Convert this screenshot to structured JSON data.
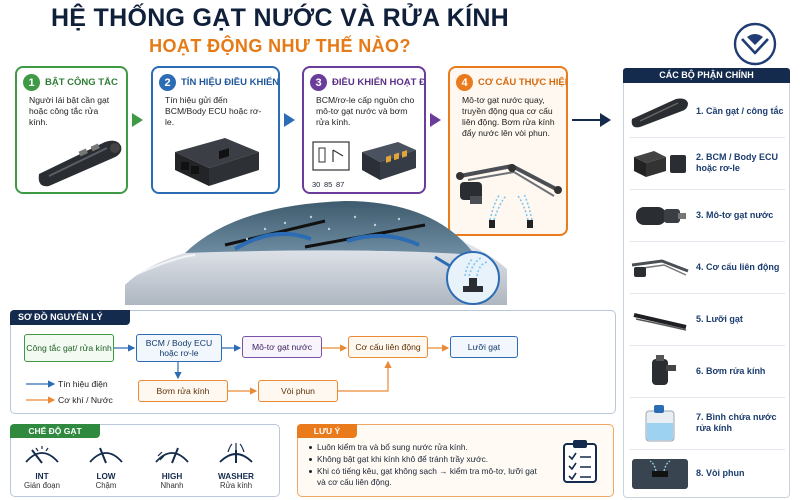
{
  "header": {
    "title": "HỆ THỐNG GẠT NƯỚC VÀ RỬA KÍNH",
    "subtitle": "HOẠT ĐỘNG NHƯ THẾ NÀO?"
  },
  "steps": [
    {
      "num": "1",
      "title": "BẬT CÔNG TẮC",
      "desc": "Người lái bật cần gạt hoặc công tắc rửa kính.",
      "color": "#3f9a45"
    },
    {
      "num": "2",
      "title": "TÍN HIỆU ĐIỀU KHIỂN",
      "desc": "Tín hiệu gửi đến BCM/Body ECU hoặc rơ-le.",
      "color": "#2c6cb4"
    },
    {
      "num": "3",
      "title": "ĐIỀU KHIỂN HOẠT ĐỘNG",
      "desc": "BCM/rơ-le cấp nguồn cho mô-tơ gạt nước và bơm rửa kính.",
      "color": "#6a3d9a"
    },
    {
      "num": "4",
      "title": "CƠ CẤU THỰC HIỆN",
      "desc": "Mô-tơ gạt nước quay, truyền động qua cơ cấu liên động. Bơm rửa kính đẩy nước lên vòi phun.",
      "color": "#ea7b1c"
    }
  ],
  "relay_pins": [
    "30",
    "85",
    "87"
  ],
  "components": {
    "title": "CÁC BỘ PHẬN CHÍNH",
    "items": [
      {
        "label": "1. Cần gạt / công tắc"
      },
      {
        "label": "2. BCM / Body ECU hoặc rơ-le"
      },
      {
        "label": "3. Mô-tơ gạt nước"
      },
      {
        "label": "4. Cơ cấu liên động"
      },
      {
        "label": "5. Lưỡi gạt"
      },
      {
        "label": "6. Bơm rửa kính"
      },
      {
        "label": "7. Bình chứa nước rửa kính"
      },
      {
        "label": "8. Vòi phun"
      }
    ]
  },
  "schema": {
    "title": "SƠ ĐỒ NGUYÊN LÝ",
    "nodes": {
      "switch": "Công tắc gạt/ rửa kính",
      "bcm": "BCM / Body ECU hoặc rơ-le",
      "motor": "Mô-tơ gạt nước",
      "linkage": "Cơ cấu liên động",
      "blade": "Lưỡi gạt",
      "pump": "Bơm rửa kính",
      "nozzle": "Vòi phun"
    },
    "legend": {
      "signal": "Tín hiệu điện",
      "mech": "Cơ khí / Nước",
      "signal_color": "#2c6cb4",
      "mech_color": "#ea8a35"
    }
  },
  "modes": {
    "title": "CHẾ ĐỘ GẠT",
    "items": [
      {
        "name": "INT",
        "sub": "Gián đoạn"
      },
      {
        "name": "LOW",
        "sub": "Chậm"
      },
      {
        "name": "HIGH",
        "sub": "Nhanh"
      },
      {
        "name": "WASHER",
        "sub": "Rửa kính"
      }
    ]
  },
  "notes": {
    "title": "LƯU Ý",
    "items": [
      "Luôn kiểm tra và bổ sung nước rửa kính.",
      "Không bật gạt khi kính khô để tránh trầy xước.",
      "Khi có tiếng kêu, gạt không sạch → kiểm tra mô-tơ, lưỡi gạt và cơ cấu liên động."
    ]
  },
  "colors": {
    "navy": "#142b4d",
    "green": "#3f9a45",
    "blue": "#2c6cb4",
    "purple": "#6a3d9a",
    "orange": "#ea7b1c"
  }
}
